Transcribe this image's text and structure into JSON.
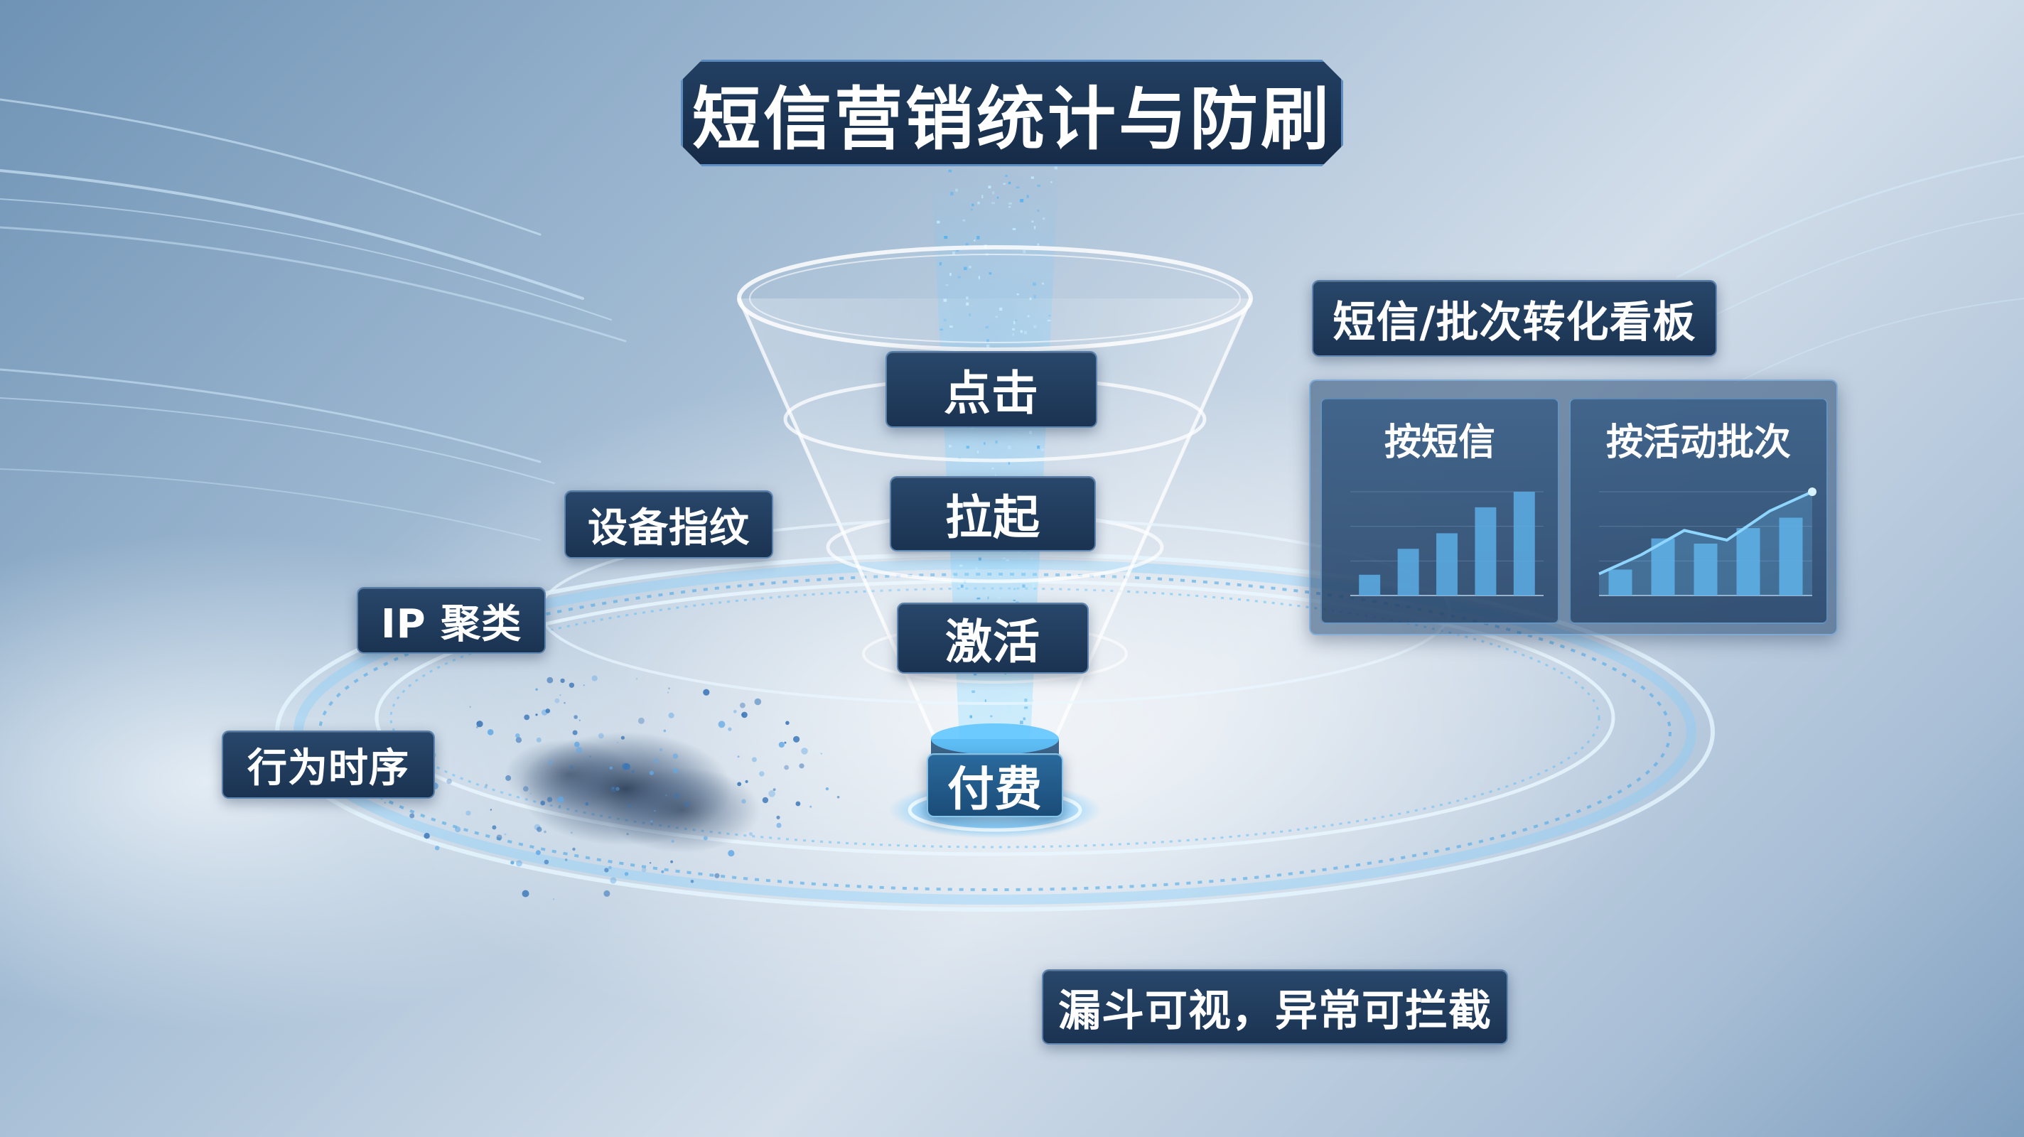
{
  "title": "短信营销统计与防刷",
  "funnel": {
    "stages": [
      {
        "label": "点击"
      },
      {
        "label": "拉起"
      },
      {
        "label": "激活"
      },
      {
        "label": "付费"
      }
    ]
  },
  "antifraud": {
    "items": [
      {
        "label": "设备指纹"
      },
      {
        "label": "IP 聚类"
      },
      {
        "label": "行为时序"
      }
    ]
  },
  "dashboard": {
    "title": "短信/批次转化看板",
    "panels": [
      {
        "title": "按短信",
        "bar_levels": [
          0.2,
          0.45,
          0.6,
          0.85,
          1.0
        ]
      },
      {
        "title": "按活动批次",
        "bar_levels": [
          0.25,
          0.55,
          0.5,
          0.65,
          0.75
        ]
      }
    ],
    "trend_levels": [
      0.15,
      0.35,
      0.6,
      0.5,
      0.8,
      1.0
    ]
  },
  "footer": "漏斗可视，异常可拦截",
  "colors": {
    "accent": "#5ab4f0",
    "plate": "#1b3352",
    "bar": "#5aa8e0",
    "glow": "#7fd0ff"
  }
}
